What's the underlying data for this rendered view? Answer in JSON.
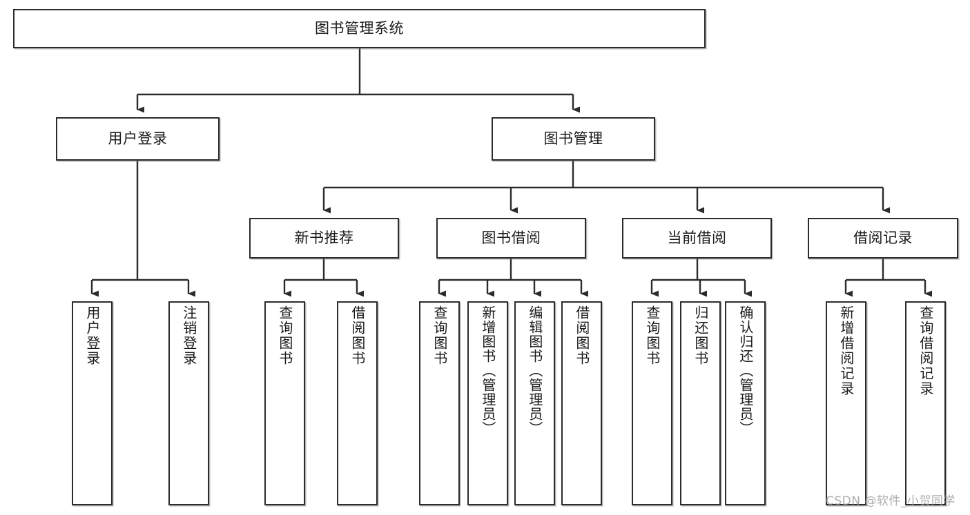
{
  "diagram": {
    "title": "图书管理系统",
    "type": "tree",
    "root": {
      "label": "图书管理系统"
    },
    "level2": [
      {
        "label": "用户登录"
      },
      {
        "label": "图书管理"
      }
    ],
    "level3": [
      {
        "label": "新书推荐"
      },
      {
        "label": "图书借阅"
      },
      {
        "label": "当前借阅"
      },
      {
        "label": "借阅记录"
      }
    ],
    "leaves": {
      "user_login": [
        {
          "label": "用户登录"
        },
        {
          "label": "注销登录"
        }
      ],
      "new_book_recommend": [
        {
          "label": "查询图书"
        },
        {
          "label": "借阅图书"
        }
      ],
      "book_borrow": [
        {
          "label": "查询图书"
        },
        {
          "label": "新增图书（管理员）"
        },
        {
          "label": "编辑图书（管理员）"
        },
        {
          "label": "借阅图书"
        }
      ],
      "current_borrow": [
        {
          "label": "查询图书"
        },
        {
          "label": "归还图书"
        },
        {
          "label": "确认归还（管理员）"
        }
      ],
      "borrow_records": [
        {
          "label": "新增借阅记录"
        },
        {
          "label": "查询借阅记录"
        }
      ]
    }
  },
  "watermark": {
    "text": "CSDN @软件_小贺同学"
  },
  "colors": {
    "stroke": "#2b2b2b",
    "fill": "#ffffff",
    "text": "#1b1b1b",
    "watermark": "#9e9e9e"
  }
}
